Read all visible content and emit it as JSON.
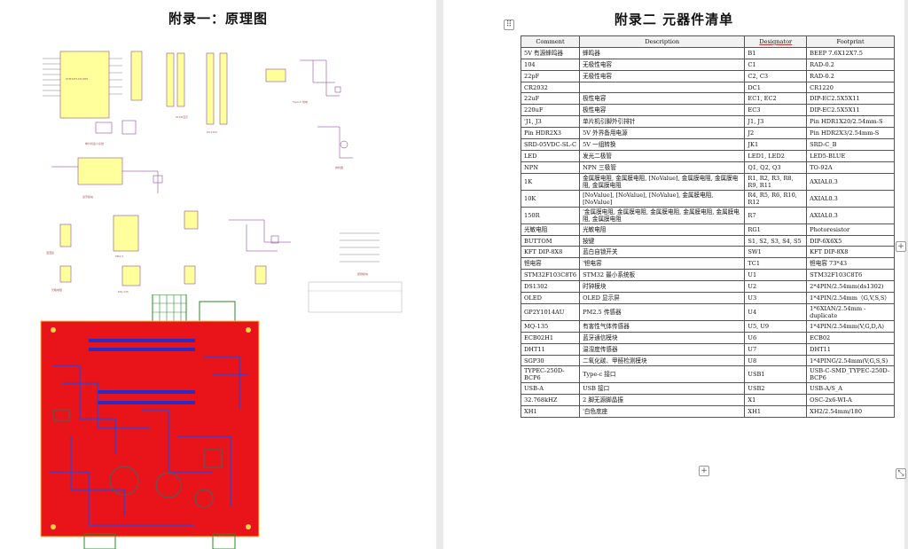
{
  "left_page": {
    "title": "附录一：原理图",
    "schematic_labels": [
      "STM32F103C8T6",
      "单片机最小系统",
      "OLED显示",
      "DS1302",
      "Type-C 供电",
      "蜂鸣器",
      "蓝牙模块",
      "温湿度",
      "PM2.5",
      "按键模块",
      "光敏电阻",
      "MQ-135"
    ]
  },
  "right_page": {
    "title": "附录二 元器件清单",
    "handles": {
      "move": "⠿",
      "add": "+",
      "add_right": "+",
      "resize": "⤡"
    },
    "table": {
      "headers": [
        "Comment",
        "Description",
        "Designator",
        "Footprint"
      ],
      "rows": [
        [
          "5V 有源蜂鸣器",
          "蜂鸣器",
          "B1",
          "BEEP 7.6X12X7.5"
        ],
        [
          "104",
          "无极性电容",
          "C1",
          "RAD-0.2"
        ],
        [
          "22pF",
          "无极性电容",
          "C2, C3",
          "RAD-0.2"
        ],
        [
          "CR2032",
          "",
          "DC1",
          "CR1220"
        ],
        [
          "22uF",
          "极性电容",
          "EC1, EC2",
          "DIP-EC2.5X5X11"
        ],
        [
          "220uF",
          "极性电容",
          "EC3",
          "DIP-EC2.5X5X11"
        ],
        [
          "'J1, J3",
          "单片机引脚外引排针",
          "J1, J3",
          "Pin HDR1X20/2.54mm-S"
        ],
        [
          "Pin HDR2X3",
          "5V 外界备用电源",
          "J2",
          "Pin HDR2X3/2.54mm-S"
        ],
        [
          "SRD-05VDC-SL-C",
          "5V 一组转换",
          "JK1",
          "SRD-C_B"
        ],
        [
          "LED",
          "发光二极管",
          "LED1, LED2",
          "LED5-BLUE"
        ],
        [
          "NPN",
          "NPN 三极管",
          "Q1, Q2, Q3",
          "TO-92A"
        ],
        [
          "1K",
          "金属膜电阻, 金属膜电阻, [NoValue], 金属膜电阻, 金属膜电阻, 金属膜电阻",
          "R1, R2, R3, R8, R9, R11",
          "AXIAL0.3"
        ],
        [
          "10K",
          "[NoValue], [NoValue], [NoValue], 金属膜电阻, [NoValue]",
          "R4, R5, R6, R10, R12",
          "AXIAL0.3"
        ],
        [
          "150R",
          "'金属膜电阻, 金属膜电阻, 金属膜电阻, 金属膜电阻, 金属膜电阻, 金属膜电阻",
          "R7",
          "AXIAL0.3"
        ],
        [
          "光敏电阻",
          "光敏电阻",
          "RG1",
          "Photoresistor"
        ],
        [
          "BUTTOM",
          "按键",
          "S1, S2, S3, S4, S5",
          "DIP-6X6X5"
        ],
        [
          "KFT DIP-8X8",
          "蓝白自锁开关",
          "SW1",
          "KFT DIP-8X8"
        ],
        [
          "钽电容",
          "'钽电容",
          "TC1",
          "钽电容 73*43"
        ],
        [
          "STM32F103C8T6",
          "STM32 最小系统板",
          "U1",
          "STM32F103C8T6"
        ],
        [
          "DS1302",
          "时钟模块",
          "U2",
          "2*4PIN/2.54mm(ds1302)"
        ],
        [
          "OLED",
          "OLED 显示屏",
          "U3",
          "1*4PIN/2.54mm（G,V,S,S）"
        ],
        [
          "GP2Y1014AU",
          "PM2.5 传感器",
          "U4",
          "1*6XIAN/2.54mm - duplicate"
        ],
        [
          "MQ-135",
          "有害性气体传感器",
          "U5, U9",
          "1*4PIN/2.54mm(V,G,D,A)"
        ],
        [
          "ECB02H1",
          "蓝牙通信模块",
          "U6",
          "ECB02"
        ],
        [
          "DHT11",
          "温湿度传感器",
          "U7",
          "DHT11"
        ],
        [
          "SGP30",
          "二氧化碳、甲醛检测模块",
          "U8",
          "1*4PING/2.54mm(V,G,S,S)"
        ],
        [
          "TYPEC-250D-BCP6",
          "Type-c 接口",
          "USB1",
          "USB-C-SMD_TYPEC-250D-BCP6"
        ],
        [
          "USB-A",
          "USB 接口",
          "USB2",
          "USB-A/S_A"
        ],
        [
          "32.768kHZ",
          "2 脚无源脚晶振",
          "X1",
          "OSC-2x6-WI-A"
        ],
        [
          "XH1",
          "'白色底座",
          "XH1",
          "XH2/2.54mm/180"
        ]
      ]
    }
  },
  "colors": {
    "pcb_red": "#e8141a",
    "trace_blue": "#4040c8",
    "schematic_purple": "#7a2f8f",
    "schematic_yellow": "#ffff9c"
  }
}
